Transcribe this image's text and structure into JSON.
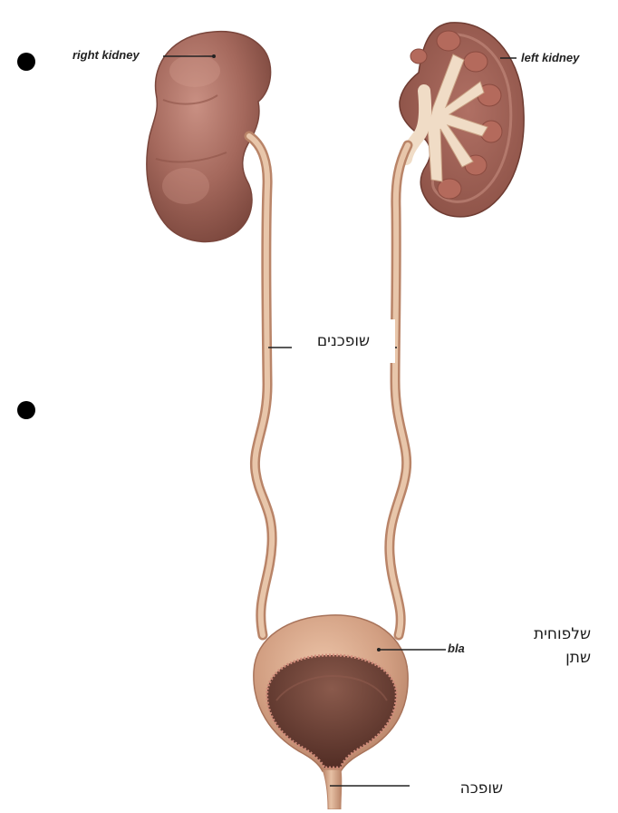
{
  "labels": {
    "right_kidney": "right kidney",
    "left_kidney": "left kidney",
    "bladder_en_fragment": "bla",
    "ureters_he": "שופכנים",
    "bladder_he_line1": "שלפוחית",
    "bladder_he_line2": "שתן",
    "urethra_he": "שופכה"
  },
  "colors": {
    "kidney_fill": "#a4685c",
    "kidney_dark": "#7e4a40",
    "kidney_light": "#c48c7f",
    "cortex": "#9c5d50",
    "medulla": "#b87366",
    "pelvis": "#f0dcc6",
    "ureter": "#d9ab8e",
    "ureter_edge": "#b98468",
    "bladder_fill": "#d7a88b",
    "bladder_inner": "#6b3f33",
    "bullet": "#000000"
  }
}
